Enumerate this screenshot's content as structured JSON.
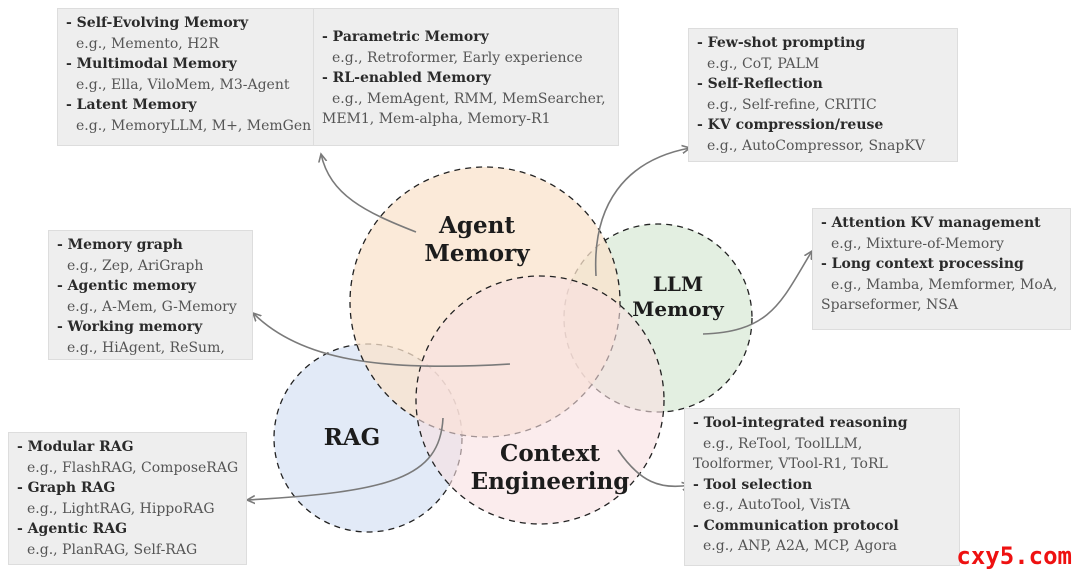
{
  "colors": {
    "agent": "#f9e3cc",
    "llm": "#dcebd9",
    "rag": "#dde6f6",
    "context": "#f8dfe1",
    "box_bg": "#eeeeee",
    "arrow": "#7a7a7a",
    "watermark": "#ee1111"
  },
  "circles": {
    "agent": [
      "Agent",
      "Memory"
    ],
    "llm": [
      "LLM",
      "Memory"
    ],
    "rag": [
      "RAG"
    ],
    "context": [
      "Context",
      "Engineering"
    ]
  },
  "boxes": {
    "agent_left": [
      {
        "h": "- Self-Evolving Memory",
        "e": "e.g., Memento, H2R"
      },
      {
        "h": "- Multimodal Memory",
        "e": "e.g., Ella, ViloMem, M3-Agent"
      },
      {
        "h": "- Latent Memory",
        "e": "e.g., MemoryLLM, M+, MemGen"
      }
    ],
    "agent_right": [
      {
        "h": "- Parametric Memory",
        "e": "e.g., Retroformer, Early experience"
      },
      {
        "h": "- RL-enabled Memory",
        "e": "e.g., MemAgent, RMM, MemSearcher,",
        "e2": "MEM1, Mem-alpha, Memory-R1"
      }
    ],
    "llm_top": [
      {
        "h": "- Few-shot prompting",
        "e": "e.g., CoT, PALM"
      },
      {
        "h": "- Self-Reflection",
        "e": "e.g., Self-refine, CRITIC"
      },
      {
        "h": "- KV compression/reuse",
        "e": "e.g., AutoCompressor, SnapKV"
      }
    ],
    "llm_right": [
      {
        "h": "- Attention KV management",
        "e": "e.g., Mixture-of-Memory"
      },
      {
        "h": "- Long context processing",
        "e": "e.g., Mamba, Memformer, MoA,",
        "e2": "Sparseformer, NSA"
      }
    ],
    "mid_left": [
      {
        "h": "- Memory graph",
        "e": "e.g., Zep, AriGraph"
      },
      {
        "h": "- Agentic memory",
        "e": "e.g., A-Mem, G-Memory"
      },
      {
        "h": "- Working memory",
        "e": "e.g., HiAgent, ReSum,"
      }
    ],
    "rag": [
      {
        "h": "- Modular RAG",
        "e": "e.g., FlashRAG, ComposeRAG"
      },
      {
        "h": "- Graph RAG",
        "e": "e.g., LightRAG, HippoRAG"
      },
      {
        "h": "- Agentic RAG",
        "e": "e.g., PlanRAG, Self-RAG"
      }
    ],
    "context": [
      {
        "h": "- Tool-integrated reasoning",
        "e": "e.g., ReTool, ToolLLM,",
        "e2": "Toolformer, VTool-R1, ToRL"
      },
      {
        "h": "- Tool selection",
        "e": "e.g., AutoTool, VisTA"
      },
      {
        "h": "- Communication protocol",
        "e": "e.g., ANP, A2A, MCP, Agora"
      }
    ]
  },
  "watermark": "cxy5.com"
}
